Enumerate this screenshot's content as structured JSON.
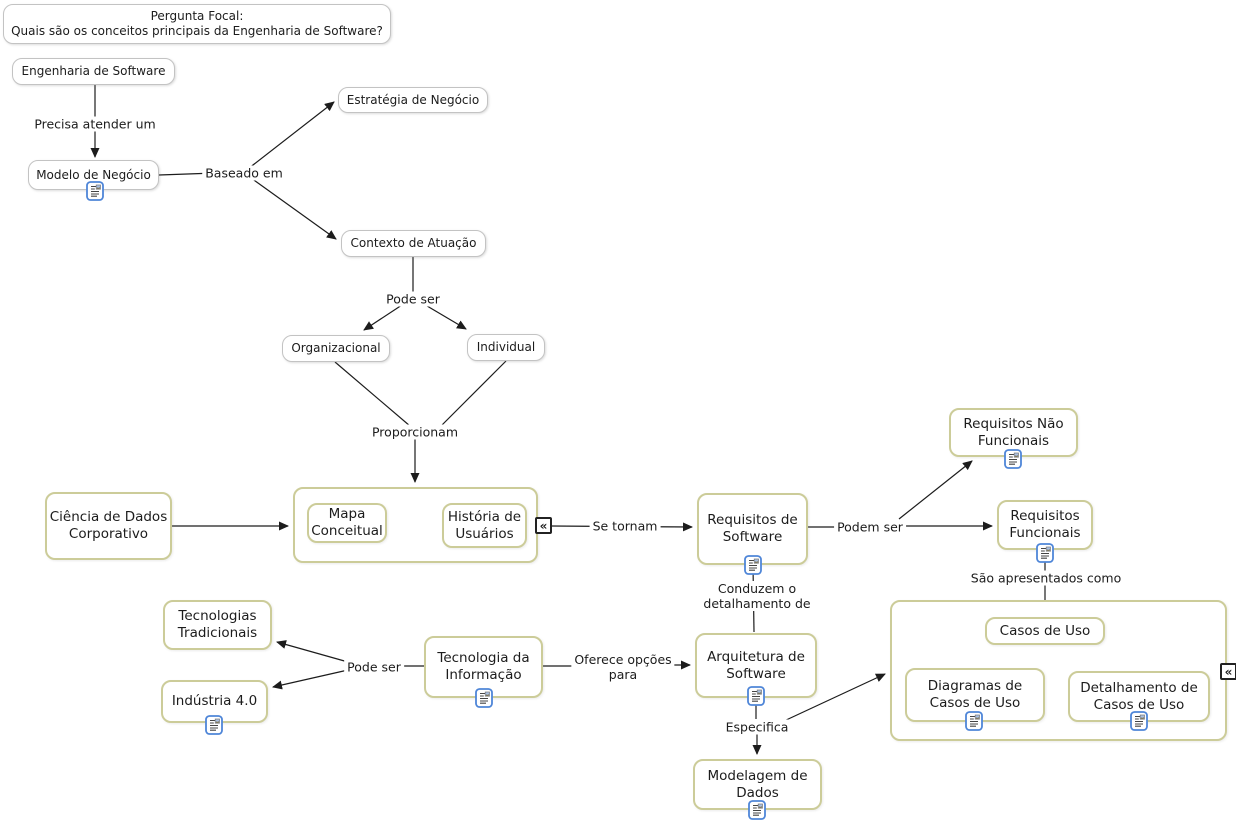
{
  "focal_question": {
    "line1": "Pergunta Focal:",
    "line2": "Quais são os conceitos principais da Engenharia de Software?"
  },
  "nodes": {
    "engenharia_de_software": "Engenharia de Software",
    "modelo_de_negocio": "Modelo de Negócio",
    "estrategia_de_negocio": "Estratégia de Negócio",
    "contexto_de_atuacao": "Contexto de Atuação",
    "organizacional": "Organizacional",
    "individual": "Individual",
    "ciencia_de_dados_corporativo": "Ciência de Dados\nCorporativo",
    "mapa_conceitual": "Mapa\nConceitual",
    "historia_de_usuarios": "História de\nUsuários",
    "requisitos_de_software": "Requisitos de\nSoftware",
    "requisitos_nao_funcionais": "Requisitos Não\nFuncionais",
    "requisitos_funcionais": "Requisitos\nFuncionais",
    "casos_de_uso": "Casos de Uso",
    "diagramas_de_casos_de_uso": "Diagramas de\nCasos de Uso",
    "detalhamento_de_casos_de_uso": "Detalhamento de\nCasos de Uso",
    "tecnologias_tradicionais": "Tecnologias\nTradicionais",
    "industria_40": "Indústria 4.0",
    "tecnologia_da_informacao": "Tecnologia da\nInformação",
    "arquitetura_de_software": "Arquitetura de\nSoftware",
    "modelagem_de_dados": "Modelagem de\nDados"
  },
  "link_labels": {
    "precisa_atender_um": "Precisa atender um",
    "baseado_em": "Baseado em",
    "pode_ser_top": "Pode ser",
    "proporcionam": "Proporcionam",
    "se_tornam": "Se tornam",
    "podem_ser": "Podem ser",
    "conduzem_o_detalhamento_de": "Conduzem o\ndetalhamento de",
    "sao_apresentados_como": "São apresentados como",
    "pode_ser_bottom": "Pode ser",
    "oferece_opcoes_para": "Oferece opções\npara",
    "especifica": "Especifica"
  },
  "icons": {
    "collapse_glyph": "«",
    "resource_icon": "resource-icon"
  },
  "colors": {
    "grey_node_border": "#c3c3c3",
    "olive_node_border": "#cccc99",
    "connector_line": "#1c1c1c",
    "resource_icon_border": "#4f86d8"
  }
}
